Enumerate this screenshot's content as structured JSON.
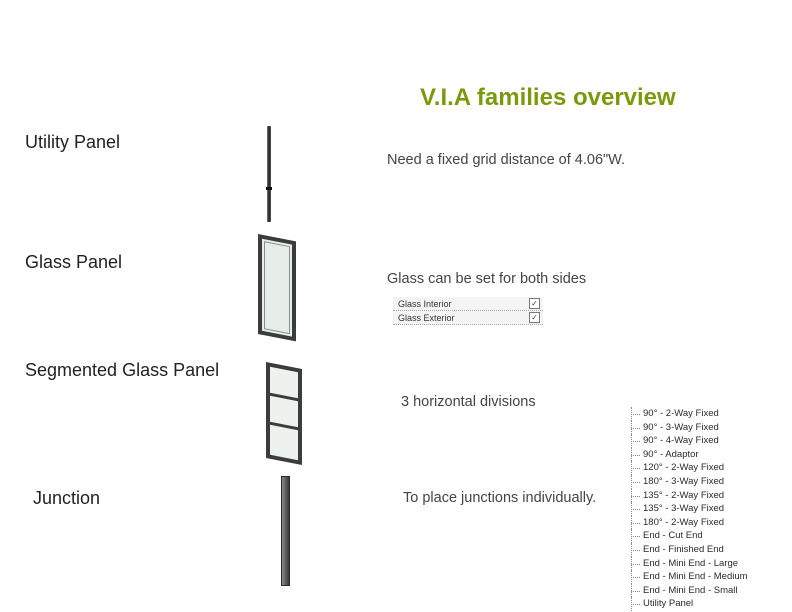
{
  "title": "V.I.A families overview",
  "families": [
    {
      "label": "Utility Panel",
      "note": "Need a fixed grid distance of 4.06\"W."
    },
    {
      "label": "Glass Panel",
      "note": "Glass can be set for both sides"
    },
    {
      "label": "Segmented Glass Panel",
      "note": "3 horizontal divisions"
    },
    {
      "label": "Junction",
      "note": "To place junctions individually."
    }
  ],
  "glass_options": [
    {
      "label": "Glass Interior",
      "checked": true
    },
    {
      "label": "Glass Exterior",
      "checked": true
    }
  ],
  "segment_divisions": 3,
  "junction_types": [
    "90° - 2-Way Fixed",
    "90° - 3-Way Fixed",
    "90° - 4-Way Fixed",
    "90° - Adaptor",
    "120° - 2-Way Fixed",
    "180° - 3-Way Fixed",
    "135° - 2-Way Fixed",
    "135° - 3-Way Fixed",
    "180° - 2-Way Fixed",
    "End - Cut End",
    "End - Finished End",
    "End - Mini End - Large",
    "End - Mini End - Medium",
    "End - Mini End - Small",
    "Utility Panel"
  ]
}
